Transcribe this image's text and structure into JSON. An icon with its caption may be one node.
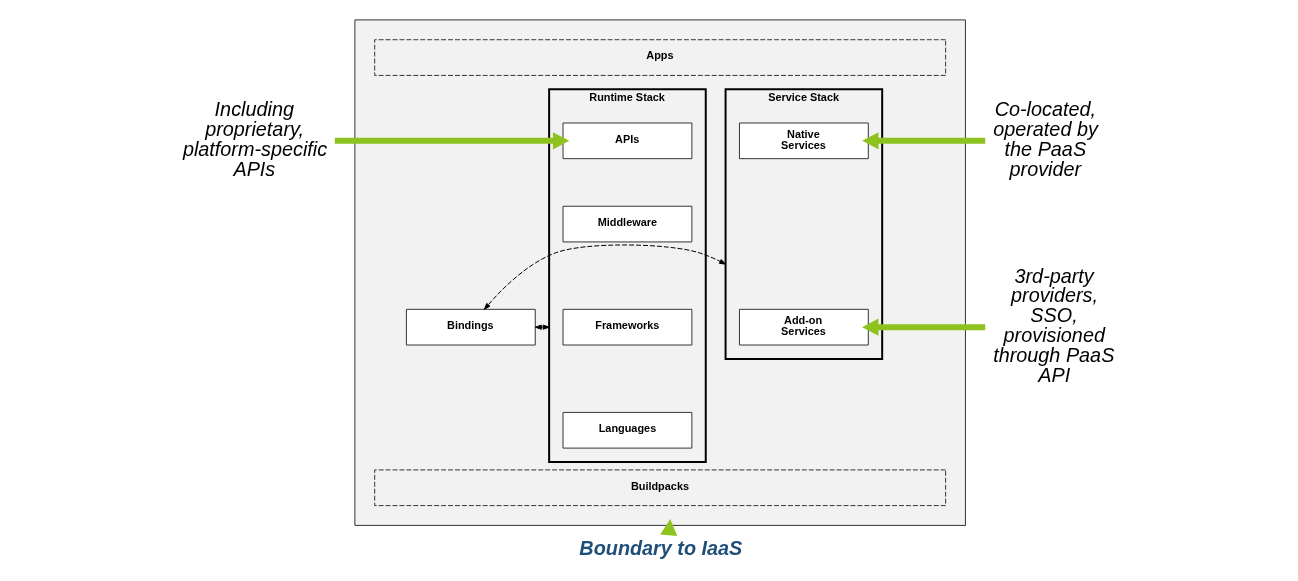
{
  "diagram": {
    "nodes": [
      {
        "text": [],
        "shape": "box"
      },
      {
        "text": [
          "Apps"
        ],
        "in": 0
      },
      {
        "text": [
          "Runtime Stack"
        ],
        "in": 0
      },
      {
        "text": [
          "APIs"
        ],
        "in": 2
      },
      {
        "text": [
          "Middleware"
        ],
        "in": 2
      },
      {
        "text": [
          "Frameworks"
        ],
        "in": 2
      },
      {
        "text": [
          "Languages"
        ],
        "in": 2
      },
      {
        "text": [
          "Bindings"
        ],
        "in": 0
      },
      {
        "text": [
          "Service Stack"
        ],
        "in": 0
      },
      {
        "text": [
          "Native Services"
        ],
        "in": 8
      },
      {
        "text": [
          "Add-on Services"
        ],
        "in": 8
      },
      {
        "text": [
          "Buildpacks"
        ],
        "in": 0
      },
      {
        "text": [
          "Including proprietary, platform-specific APIs"
        ]
      },
      {
        "text": [
          "Co-located, operated by the PaaS provider"
        ]
      },
      {
        "text": [
          "3rd-party providers, SSO, provisioned through PaaS API"
        ]
      },
      {
        "text": [
          "Boundary to IaaS"
        ]
      }
    ],
    "edges": [
      {
        "from": 12,
        "to": 3,
        "arrow": "to",
        "color": "#8dc21f"
      },
      {
        "from": 2,
        "to": 7,
        "arrow": "both",
        "style": "dashed",
        "color": "#000000"
      },
      {
        "from": 7,
        "to": 8,
        "arrow": "both",
        "style": "dashed",
        "color": "#000000"
      },
      {
        "from": 13,
        "to": 9,
        "arrow": "to",
        "color": "#8dc21f"
      },
      {
        "from": 14,
        "to": 10,
        "arrow": "to",
        "color": "#8dc21f"
      },
      {
        "from": 15,
        "to": 0,
        "arrow": "to",
        "color": "#8dc21f"
      }
    ]
  }
}
